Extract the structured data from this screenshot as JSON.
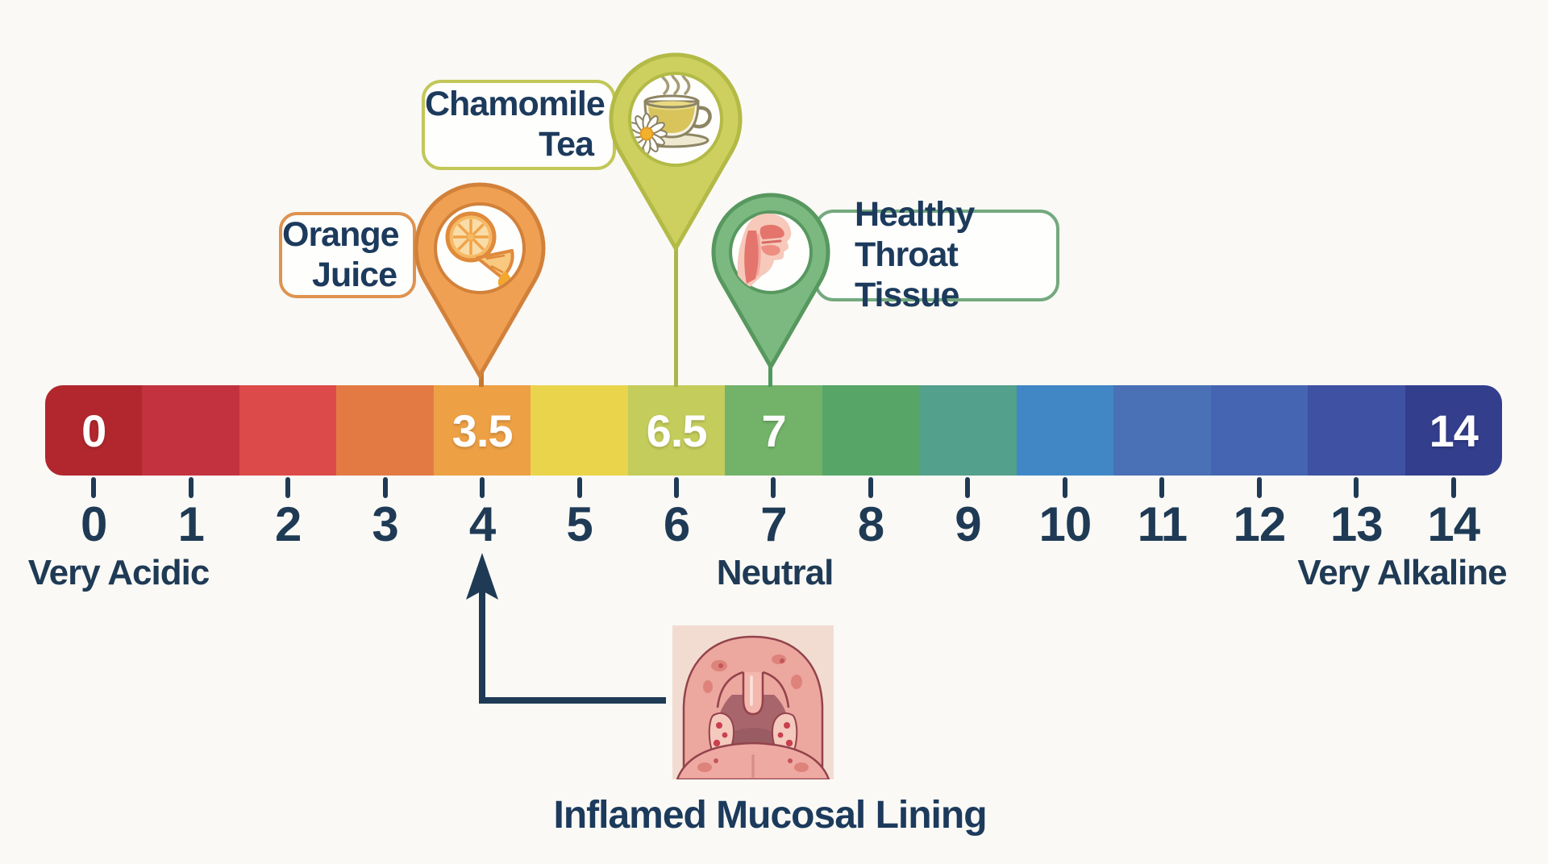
{
  "page": {
    "background_color": "#FAF9F5",
    "text_color": "#1F3A55"
  },
  "scale": {
    "description": "pH scale bar 0-14",
    "segments": [
      {
        "ph": "0",
        "color": "#B2272D",
        "label": "0"
      },
      {
        "ph": "1",
        "color": "#C2333F",
        "label": ""
      },
      {
        "ph": "2",
        "color": "#DC4B49",
        "label": ""
      },
      {
        "ph": "3",
        "color": "#E37A44",
        "label": ""
      },
      {
        "ph": "4",
        "color": "#EDA044",
        "label": "3.5"
      },
      {
        "ph": "5",
        "color": "#E9D44C",
        "label": ""
      },
      {
        "ph": "6",
        "color": "#C4CC5B",
        "label": "6.5"
      },
      {
        "ph": "7",
        "color": "#72B369",
        "label": "7"
      },
      {
        "ph": "8",
        "color": "#57A667",
        "label": ""
      },
      {
        "ph": "9",
        "color": "#53A08C",
        "label": ""
      },
      {
        "ph": "10",
        "color": "#4187C6",
        "label": ""
      },
      {
        "ph": "11",
        "color": "#4A70B6",
        "label": ""
      },
      {
        "ph": "12",
        "color": "#4565B2",
        "label": ""
      },
      {
        "ph": "13",
        "color": "#3E51A2",
        "label": ""
      },
      {
        "ph": "14",
        "color": "#333E8C",
        "label": "14"
      }
    ],
    "tick_labels": [
      "0",
      "1",
      "2",
      "3",
      "4",
      "5",
      "6",
      "7",
      "8",
      "9",
      "10",
      "11",
      "12",
      "13",
      "14"
    ],
    "zone_labels": {
      "left": "Very Acidic",
      "middle": "Neutral",
      "right": "Very Alkaline"
    }
  },
  "markers": [
    {
      "name": "orange-juice",
      "lines": [
        "Orange",
        "Juice"
      ],
      "icon": "orange-slice-icon",
      "pin_color": "#F0A052",
      "pin_stroke": "#D2813B",
      "stem_color": "#C8782F",
      "box_border": "#DE9350",
      "bar_value": "3.5"
    },
    {
      "name": "chamomile-tea",
      "lines": [
        "Chamomile",
        "Tea"
      ],
      "icon": "tea-cup-icon",
      "pin_color": "#CDD05F",
      "pin_stroke": "#B3BA46",
      "stem_color": "#AEB44B",
      "box_border": "#C2C758",
      "bar_value": "6.5"
    },
    {
      "name": "healthy-throat-tissue",
      "lines": [
        "Healthy",
        "Throat Tissue"
      ],
      "icon": "throat-profile-icon",
      "pin_color": "#7CB981",
      "pin_stroke": "#57985F",
      "stem_color": "#4F9A5F",
      "box_border": "#74A97E",
      "bar_value": "7"
    }
  ],
  "annotation": {
    "caption": "Inflamed Mucosal Lining",
    "arrow_color": "#1F3A55",
    "points_to_tick": "4",
    "image": "inflamed-throat-illustration"
  }
}
